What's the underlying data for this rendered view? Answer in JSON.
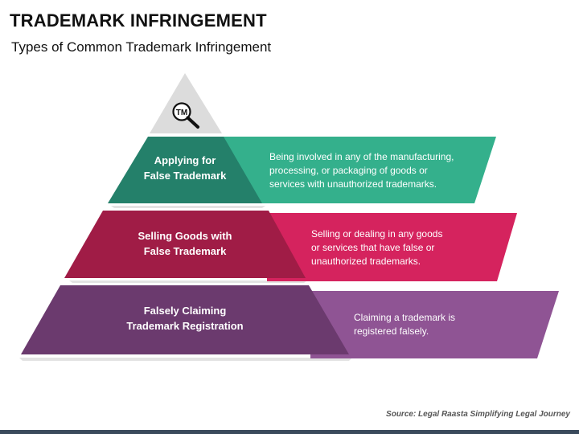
{
  "header": {
    "title": "TRADEMARK INFRINGEMENT",
    "subtitle": "Types of Common Trademark Infringement"
  },
  "pyramid": {
    "apex_icon": "trademark-magnifier-icon",
    "levels": [
      {
        "title_line1": "Applying for",
        "title_line2": "False Trademark",
        "description_lines": [
          "Being involved in any of the manufacturing,",
          "processing, or packaging of goods or",
          "services with unauthorized trademarks."
        ],
        "color": "#24806a",
        "banner_color": "#34b08c"
      },
      {
        "title_line1": "Selling Goods with",
        "title_line2": "False Trademark",
        "description_lines": [
          "Selling or dealing in any goods",
          "or services that have false or",
          "unauthorized trademarks."
        ],
        "color": "#a01c46",
        "banner_color": "#d5235e"
      },
      {
        "title_line1": "Falsely Claiming",
        "title_line2": "Trademark Registration",
        "description_lines": [
          "Claiming a trademark is",
          "registered falsely."
        ],
        "color": "#6b3a6e",
        "banner_color": "#8f5494"
      }
    ]
  },
  "footer": {
    "source": "Source: Legal Raasta Simplifying Legal Journey"
  }
}
